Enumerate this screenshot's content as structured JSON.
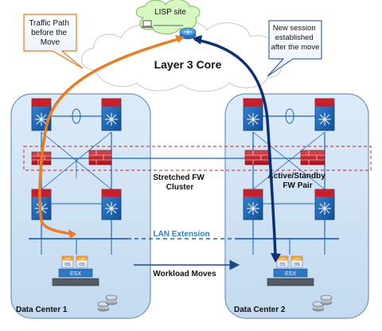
{
  "lisp_site": "LISP site",
  "core_label": "Layer 3 Core",
  "callout_left": [
    "Traffic Path",
    "before the",
    "Move"
  ],
  "callout_right": [
    "New session",
    "established",
    "after the move"
  ],
  "fw_cluster": [
    "Stretched FW",
    "Cluster"
  ],
  "fw_pair": [
    "Active/Standby",
    "FW Pair"
  ],
  "lan_extension": "LAN Extension",
  "workload_moves": "Workload Moves",
  "dc1_label": "Data Center 1",
  "dc2_label": "Data Center 2",
  "vm_app": "APP",
  "vm_os": "OS",
  "host_label": "ESX",
  "colors": {
    "dc_fill": "#cfe3f4",
    "dc_stroke": "#6f93b6",
    "orange_path": "#f07a1e",
    "blue_path": "#0c2f7a",
    "lan_text": "#2d7fc8",
    "switch_blue": "#1b66b8",
    "firewall_red": "#c8202a"
  },
  "icons": [
    "cloud-icon",
    "laptop-icon",
    "router-icon",
    "switch-icon",
    "firewall-icon",
    "storage-icon",
    "vm-icon",
    "server-icon"
  ]
}
